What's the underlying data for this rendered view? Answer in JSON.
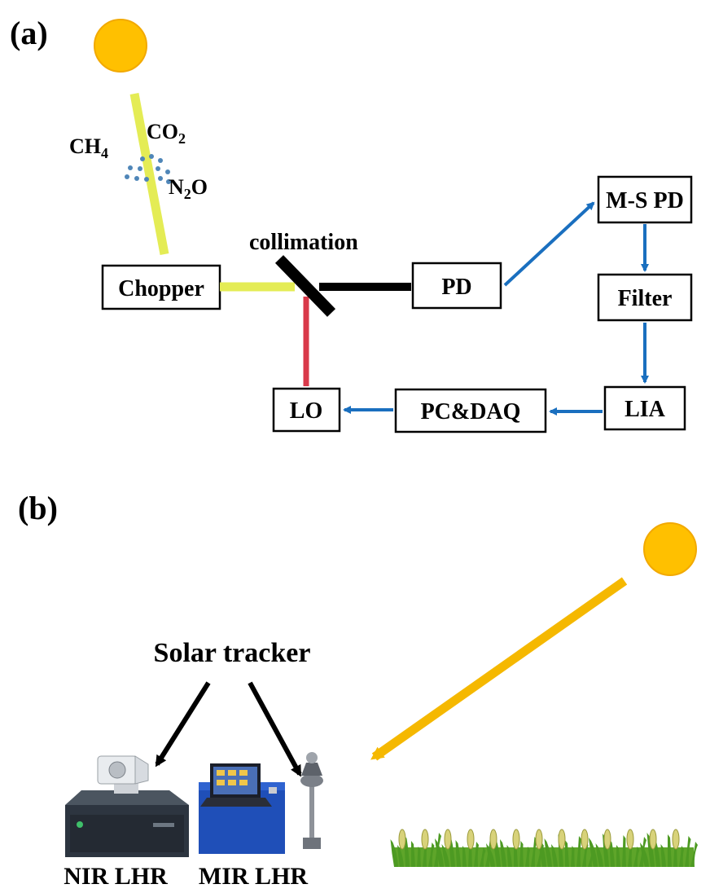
{
  "colors": {
    "sun": "#FFC000",
    "sun_edge": "#F2A900",
    "beam_yellow": "#E4EC55",
    "beam_black": "#000000",
    "beam_red": "#D9394A",
    "signal_blue": "#1A6FBF",
    "dots": "#4F86B8",
    "sunbeam_b": "#F5B800",
    "grass": "#6BB62B"
  },
  "panel_a": {
    "label": "(a)",
    "gases": {
      "ch4": "CH",
      "ch4_sub": "4",
      "co2": "CO",
      "co2_sub": "2",
      "n2o_n": "N",
      "n2o_sub": "2",
      "n2o_o": "O"
    },
    "collimation_label": "collimation",
    "boxes": {
      "chopper": "Chopper",
      "pd": "PD",
      "ms_pd": "M-S PD",
      "filter": "Filter",
      "lia": "LIA",
      "pc_daq": "PC&DAQ",
      "lo": "LO"
    }
  },
  "panel_b": {
    "label": "(b)",
    "solar_tracker": "Solar tracker",
    "nir_label": "NIR LHR",
    "mir_label": "MIR LHR"
  }
}
